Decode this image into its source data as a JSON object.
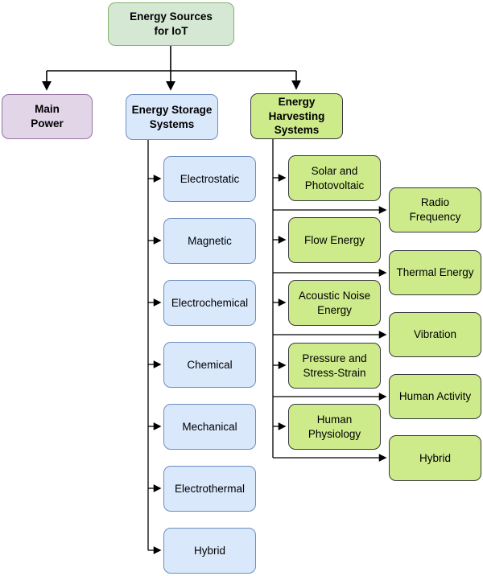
{
  "diagram": {
    "title": "Energy Sources for IoT",
    "root": {
      "label": "Energy Sources\nfor IoT"
    },
    "level2": [
      {
        "id": "main-power",
        "label": "Main\nPower"
      },
      {
        "id": "energy-storage",
        "label": "Energy Storage\nSystems"
      },
      {
        "id": "energy-harvesting",
        "label": "Energy\nHarvesting\nSystems"
      }
    ],
    "storage_children": [
      "Electrostatic",
      "Magnetic",
      "Electrochemical",
      "Chemical",
      "Mechanical",
      "Electrothermal",
      "Hybrid"
    ],
    "harvesting_left": [
      "Solar and\nPhotovoltaic",
      "Flow Energy",
      "Acoustic Noise\nEnergy",
      "Pressure and\nStress-Strain",
      "Human\nPhysiology"
    ],
    "harvesting_right": [
      "Radio\nFrequency",
      "Thermal Energy",
      "Vibration",
      "Human Activity",
      "Hybrid"
    ],
    "colors": {
      "root_fill": "#d5e8d4",
      "root_stroke": "#82b366",
      "purple_fill": "#e1d5e7",
      "purple_stroke": "#9673a6",
      "blue_fill": "#dae8fc",
      "blue_stroke": "#6c8ebf",
      "green_fill": "#cdeb8b",
      "green_stroke": "#36393d",
      "line": "#000000",
      "text": "#000000"
    }
  }
}
